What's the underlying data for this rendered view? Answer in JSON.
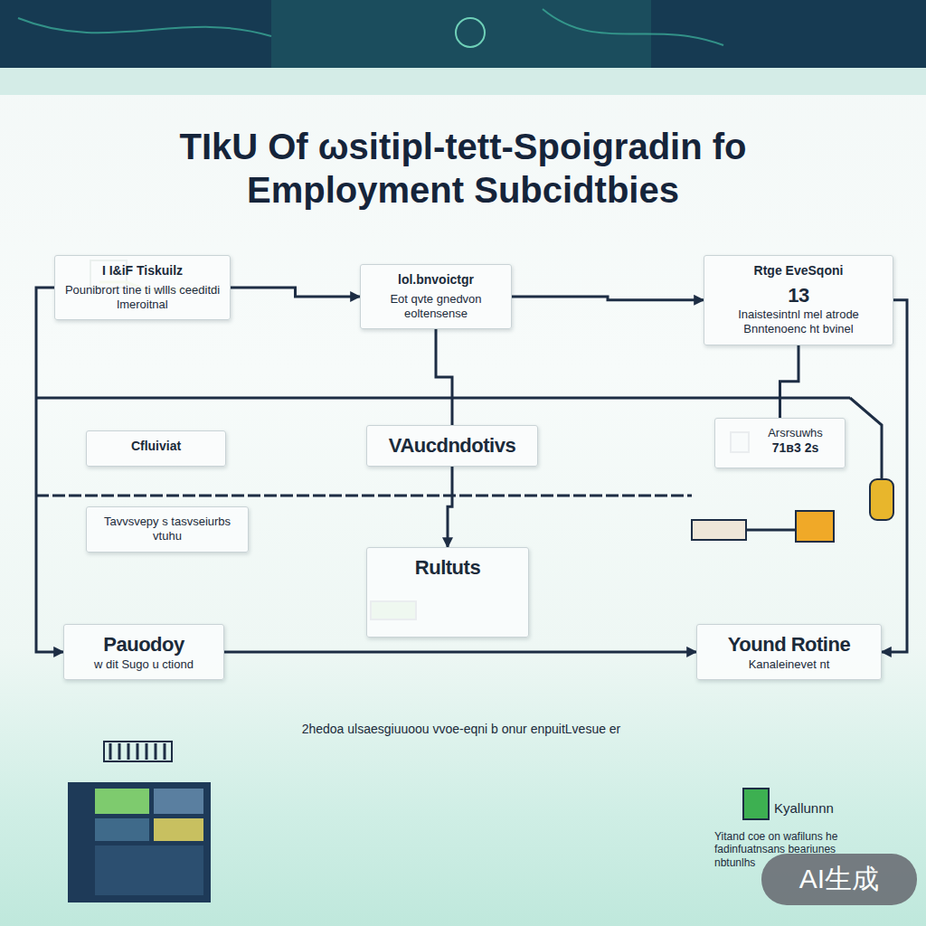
{
  "diagram": {
    "title": "TIkU Of ωsitipl-tett-Spoigradin fo Employment Subcidtbies",
    "nodes": [
      {
        "text": [
          "I I&iF Tiskuilz",
          "Pounibrort tine ti wllls ceeditdi lmeroitnal"
        ]
      },
      {
        "text": [
          "lol.bnvoictgr",
          "Eot qvte gnedvon eoltensense"
        ]
      },
      {
        "text": [
          "Rtge EveSqoni",
          "13",
          "Inaistesintnl mel atrode Bnntenoenc ht bvinel"
        ]
      },
      {
        "text": [
          "Cfluiviat"
        ]
      },
      {
        "text": [
          "VAucdndotivs"
        ]
      },
      {
        "text": [
          "Arsrsuwhs",
          "71ʙ3 2s"
        ]
      },
      {
        "text": [
          "Tavvsvepy s tasvseiurbs",
          "vtuhu"
        ]
      },
      {
        "text": [
          "Rultuts"
        ]
      },
      {
        "text": [
          "Pauodoy",
          "w dit Sugo u ctiond"
        ]
      },
      {
        "text": [
          "Yound Rotine",
          "Kanaleinevet nt"
        ]
      }
    ],
    "edges": [
      {
        "from": 0,
        "to": 1,
        "arrow": "to"
      },
      {
        "from": 1,
        "to": 2,
        "arrow": "to"
      },
      {
        "from": 1,
        "to": 4,
        "arrow": "none"
      },
      {
        "from": 2,
        "to": 5,
        "arrow": "none"
      },
      {
        "from": 4,
        "to": 7,
        "arrow": "to"
      },
      {
        "from": 0,
        "to": 8,
        "arrow": "to"
      },
      {
        "from": 2,
        "to": 9,
        "arrow": "to"
      },
      {
        "from": 8,
        "to": 9,
        "arrow": "to"
      }
    ],
    "labels": [
      "2hedoa ulsaesgiuuoou vvoe-eqni b onur enpuitLvesue er",
      "Kyallunnn",
      "Yitand coe on wafiluns he fadinfuatnsans beariunes nbtunlhs",
      "AI生成"
    ]
  }
}
